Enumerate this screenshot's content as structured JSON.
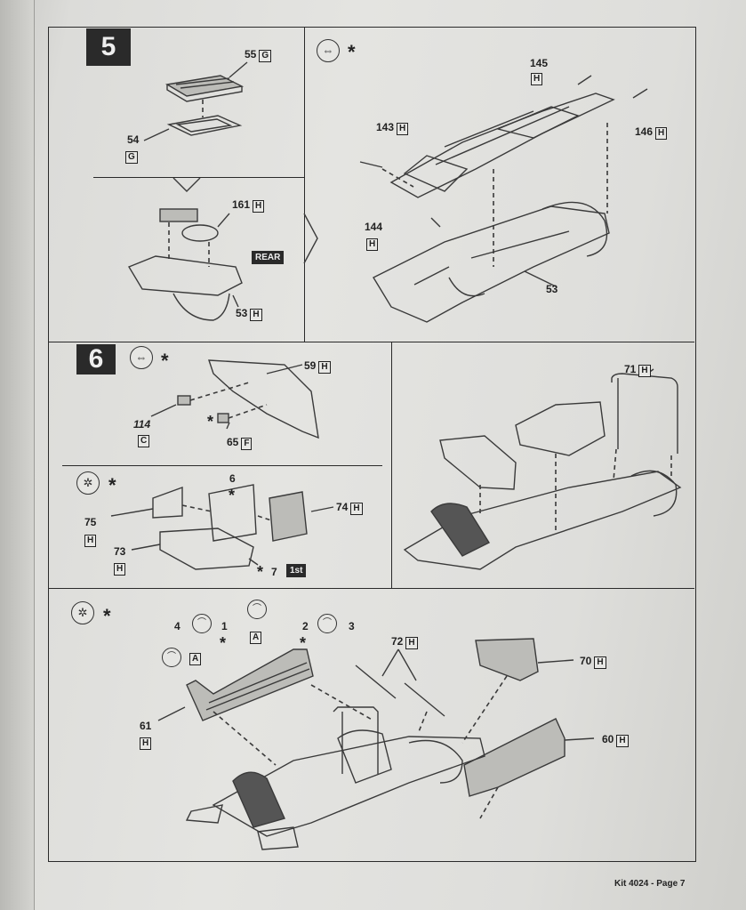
{
  "steps": {
    "step5": {
      "number": "5",
      "parts": {
        "p55": {
          "num": "55",
          "code": "G"
        },
        "p54": {
          "num": "54",
          "code": "G"
        },
        "p161": {
          "num": "161",
          "code": "H"
        },
        "p53a": {
          "num": "53",
          "code": "H"
        },
        "p145": {
          "num": "145",
          "code": "H"
        },
        "p146": {
          "num": "146",
          "code": "H"
        },
        "p143": {
          "num": "143",
          "code": "H"
        },
        "p144": {
          "num": "144",
          "code": "H"
        },
        "p53b": {
          "num": "53"
        }
      },
      "rear_tag": "REAR",
      "star": "*"
    },
    "step6": {
      "number": "6",
      "star": "*",
      "parts": {
        "p59": {
          "num": "59",
          "code": "H"
        },
        "p114": {
          "num": "114",
          "code": "C"
        },
        "p65": {
          "num": "65",
          "code": "F"
        },
        "p71": {
          "num": "71",
          "code": "H"
        },
        "p6": {
          "num": "6"
        },
        "p75": {
          "num": "75",
          "code": "H"
        },
        "p74": {
          "num": "74",
          "code": "H"
        },
        "p73": {
          "num": "73",
          "code": "H"
        },
        "p7": {
          "num": "7"
        }
      },
      "first_tag": "1st"
    },
    "step7": {
      "star": "*",
      "parts": {
        "d4": {
          "num": "4"
        },
        "d1": {
          "num": "1"
        },
        "d2": {
          "num": "2"
        },
        "d3": {
          "num": "3"
        },
        "a1": {
          "code": "A"
        },
        "a2": {
          "code": "A"
        },
        "p72": {
          "num": "72",
          "code": "H"
        },
        "p70": {
          "num": "70",
          "code": "H"
        },
        "p61": {
          "num": "61",
          "code": "H"
        },
        "p60": {
          "num": "60",
          "code": "H"
        }
      }
    }
  },
  "footer": "Kit 4024 - Page 7",
  "icons": [
    "glue-icon",
    "paint-icon",
    "decal-icon"
  ]
}
